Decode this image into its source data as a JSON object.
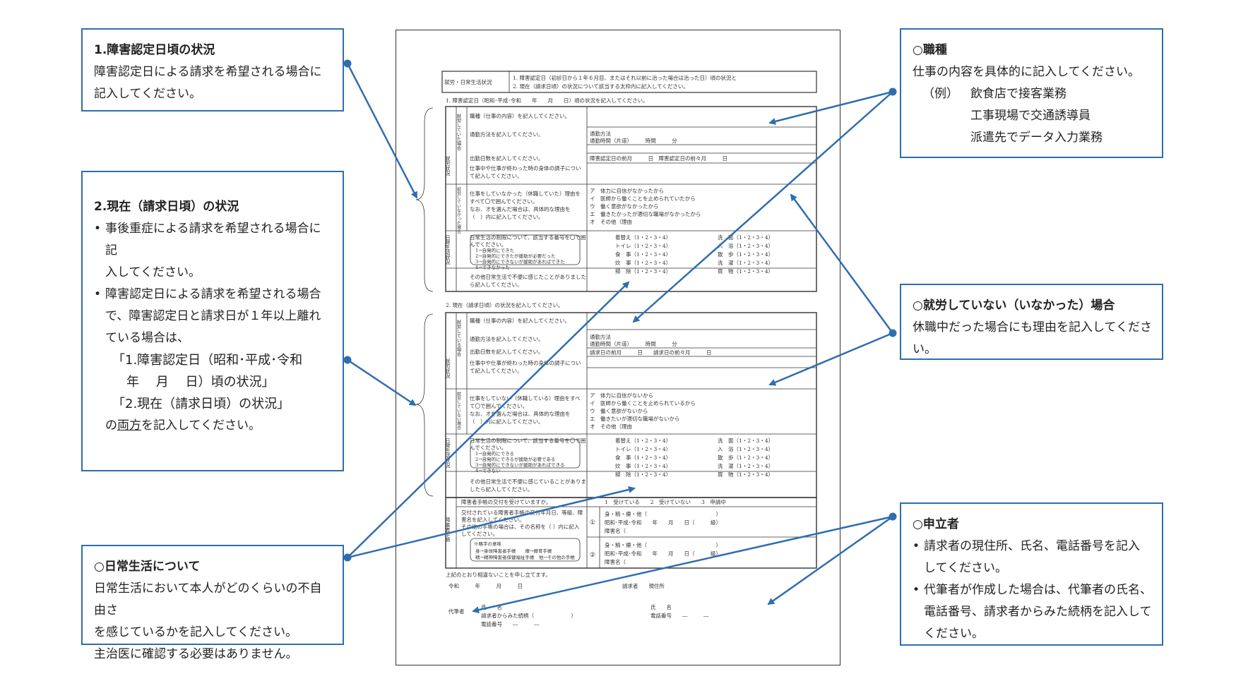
{
  "left_boxes": {
    "box1": {
      "title": "1.障害認定日頃の状況",
      "line1": "障害認定日による請求を希望される場合に",
      "line2": "記入してください。"
    },
    "box2": {
      "title": "2.現在（請求日頃）の状況",
      "b1_l1": "事後重症による請求を希望される場合に記",
      "b1_l2": "入してください。",
      "b2_l1": "障害認定日による請求を希望される場合",
      "b2_l2": "で、障害認定日と請求日が１年以上離れ",
      "b2_l3": "ている場合は、",
      "q1_l1": "「1.障害認定日（昭和･平成･令和",
      "q1_l2": "年　 月　 日）頃の状況」",
      "q2": "「2.現在（請求日頃）の状況」",
      "last_pre": "の",
      "last_u": "両方",
      "last_post": "を記入してください。"
    },
    "box3": {
      "title": "○日常生活について",
      "l1": "日常生活において本人がどのくらいの不自由さ",
      "l2": "を感じているかを記入してください。",
      "l3": "主治医に確認する必要はありません。"
    }
  },
  "right_boxes": {
    "box4": {
      "title": "○職種",
      "l1": "仕事の内容を具体的に記入してください。",
      "ex_label": "（例）",
      "ex1": "飲食店で接客業務",
      "ex2": "工事現場で交通誘導員",
      "ex3": "派遣先でデータ入力業務"
    },
    "box5": {
      "title": "○就労していない（いなかった）場合",
      "l1": "休職中だった場合にも理由を記入してくださ",
      "l2": "い。"
    },
    "box6": {
      "title": "○申立者",
      "b1_l1": "請求者の現住所、氏名、電話番号を記入",
      "b1_l2": "してください。",
      "b2_l1": "代筆者が作成した場合は、代筆者の氏名、",
      "b2_l2": "電話番号、請求者からみた続柄を記入して",
      "b2_l3": "ください。"
    }
  },
  "form": {
    "header_label": "就労・日常生活状況",
    "header_l1": "1. 障害認定日（初診日から１年６月目、またはそれ以前に治った場合は治った日）頃の状況と",
    "header_l2": "2. 現在（請求日頃）の状況について該当する太枠内に記入してください。",
    "s1_title": "1. 障害認定日（昭和･平成･令和　　年　　月　　日）頃の状況を記入してください。",
    "s2_title": "2. 現在（請求日頃）の状況を記入してください。",
    "side_work": "就労状況",
    "side_daily": "日常生活状況",
    "side_techo": "障害者手帳",
    "sub_working_past": "就労していた場合",
    "sub_notworking_past": "就労していなかった場合",
    "sub_working_now": "就労している場合",
    "sub_notworking_now": "就労していない場合",
    "q_job": "職種（仕事の内容）を記入してください。",
    "q_commute": "通勤方法を記入してください。",
    "q_days": "出勤日数を記入してください。",
    "q_body_1": "仕事中や仕事が終わった時の身体の調子につい",
    "q_body_2": "て記入してください。",
    "a_commute_1": "通勤方法",
    "a_commute_2": "通勤時間（片道）　　　時間　　　分",
    "a_days_past": "障害認定日の前月　　　日　障害認定日の前々月　　　日",
    "a_days_now": "請求日の前月　　　日　　請求日の前々月　　　日",
    "q_nowork_1": "仕事をしていなかった（休職していた）理由を",
    "q_nowork_2": "すべて〇で囲んでください。",
    "q_nowork_3": "なお、オを選んだ場合は、具体的な理由を",
    "q_nowork_4": "（　）内に記入してください。",
    "q_nowork_now_1": "仕事をしていない（休職している）理由をすべ",
    "q_nowork_now_2": "て〇で囲んでください。",
    "reasons_past": [
      "ア　体力に自信がなかったから",
      "イ　医師から働くことを止められていたから",
      "ウ　働く意欲がなかったから",
      "エ　働きたかったが適切な職場がなかったから",
      "オ　その他（理由"
    ],
    "reasons_now": [
      "ア　体力に自信がないから",
      "イ　医師から働くことを止められているから",
      "ウ　働く意欲がないから",
      "エ　働きたいが適切な職場がないから",
      "オ　その他（理由"
    ],
    "q_daily_1": "日常生活の制限について、該当する番号を〇で囲",
    "q_daily_2": "んでください。",
    "scale": [
      "1→自発的にできた",
      "2→自発的にできたが援助が必要だった",
      "3→自発的にできないが援助があればできた",
      "4→できなかった"
    ],
    "scale_now": [
      "1→自発的にできる",
      "2→自発的にできるが援助が必要である",
      "3→自発的にできないが援助があればできる",
      "4→できない"
    ],
    "acts_left": [
      "着替え（1・2・3・4）",
      "トイレ（1・2・3・4）",
      "食　事（1・2・3・4）",
      "炊　事（1・2・3・4）",
      "掃　除（1・2・3・4）"
    ],
    "acts_right": [
      "洗　面（1・2・3・4）",
      "入　浴（1・2・3・4）",
      "散　歩（1・2・3・4）",
      "洗　濯（1・2・3・4）",
      "買　物（1・2・3・4）"
    ],
    "q_other_1": "その他日常生活で不便に感じたことがありました",
    "q_other_2": "ら記入してください。",
    "q_other_now_1": "その他日常生活で不便に感じていることがありま",
    "q_other_now_2": "したら記入してください。",
    "techo_q": "障害者手帳の交付を受けていますか。",
    "techo_a": "1　受けている　　2　受けていない　　3　申請中",
    "techo_d1": "交付されている障害者手帳の交付年月日、等級、障",
    "techo_d2": "害名を記入してください。",
    "techo_d3": "その他の手帳の場合は、その名称を（ ）内に記入",
    "techo_d4": "してください。",
    "techo_abbr": "※略字の意味",
    "techo_abbr1": "身→身体障害者手帳　　療→療育手帳",
    "techo_abbr2": "精→精神障害者保健福祉手帳　他→その他の手帳",
    "techo_row1": "身・精・療・他（　　　　　　　　　　　　　）",
    "techo_row2": "昭和･平成･令和　　年　　月　　日（　　　級）",
    "techo_row3": "障害名（",
    "declare": "上記のとおり相違ないことを申し立てます。",
    "era": "令和　　　年　　　月　　　日",
    "claimant": "請求者　　現住所",
    "name": "氏　　名",
    "phone": "電話番号　　―　　　―",
    "proxy": "代筆者",
    "proxy_name": "氏　　名",
    "proxy_rel": "請求者からみた続柄（　　　　　　　）",
    "proxy_phone": "電話番号　　―　　　―"
  },
  "colors": {
    "accent": "#2f6db0",
    "border": "#333333"
  }
}
